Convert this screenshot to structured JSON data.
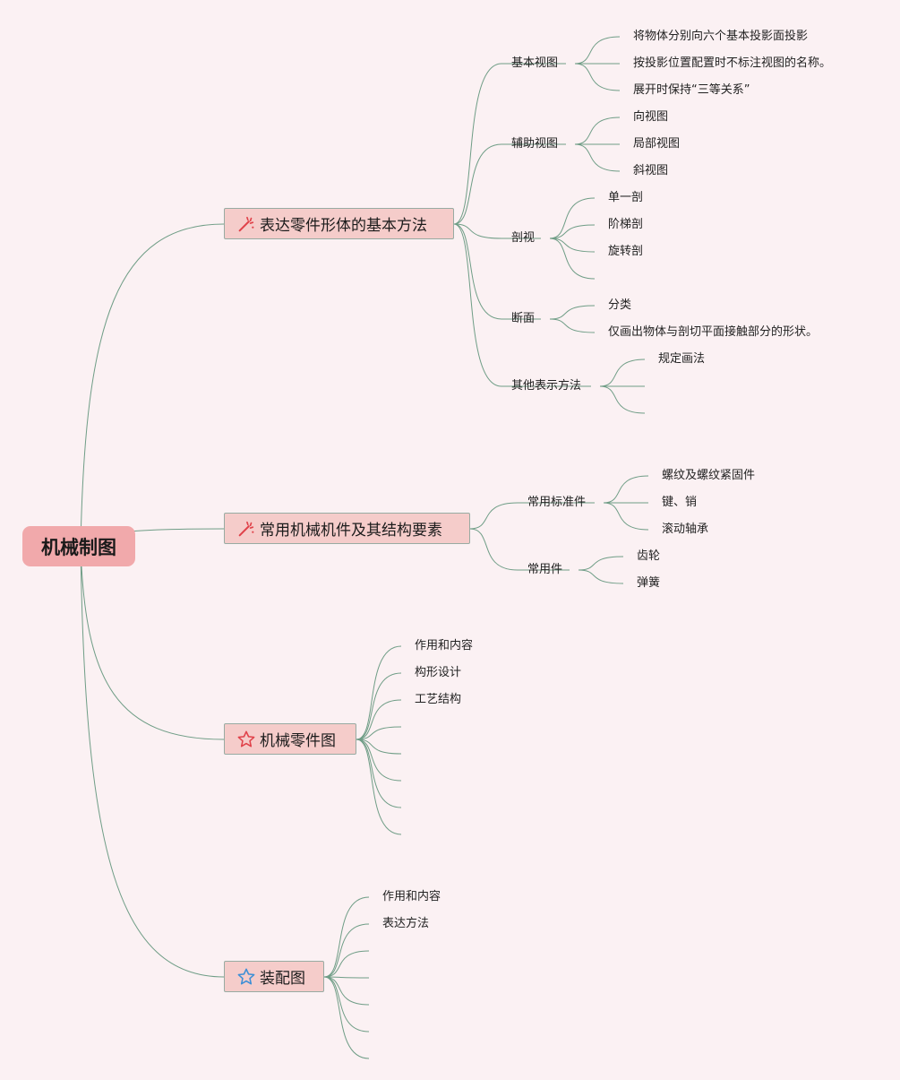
{
  "root": "机械制图",
  "branches": [
    {
      "label": "表达零件形体的基本方法",
      "icon": "magic-wand-icon",
      "children": [
        {
          "label": "基本视图",
          "children": [
            "将物体分别向六个基本投影面投影",
            "按投影位置配置时不标注视图的名称。",
            "展开时保持“三等关系”"
          ]
        },
        {
          "label": "辅助视图",
          "children": [
            "向视图",
            "局部视图",
            "斜视图"
          ]
        },
        {
          "label": "剖视",
          "children": [
            "单一剖",
            "阶梯剖",
            "旋转剖",
            ""
          ]
        },
        {
          "label": "断面",
          "children": [
            "分类",
            "仅画出物体与剖切平面接触部分的形状。"
          ]
        },
        {
          "label": "其他表示方法",
          "children": [
            "规定画法",
            "",
            ""
          ]
        }
      ]
    },
    {
      "label": "常用机械机件及其结构要素",
      "icon": "magic-wand-icon",
      "children": [
        {
          "label": "常用标准件",
          "children": [
            "螺纹及螺纹紧固件",
            "键、销",
            "滚动轴承"
          ]
        },
        {
          "label": "常用件",
          "children": [
            "齿轮",
            "弹簧"
          ]
        }
      ]
    },
    {
      "label": "机械零件图",
      "icon": "star-outline-red-icon",
      "children": [
        "作用和内容",
        "构形设计",
        "工艺结构",
        "",
        "",
        "",
        "",
        ""
      ]
    },
    {
      "label": "装配图",
      "icon": "star-outline-blue-icon",
      "children": [
        "作用和内容",
        "表达方法",
        "",
        "",
        "",
        "",
        ""
      ]
    }
  ],
  "colors": {
    "background": "#fbf1f3",
    "root_fill": "#f1a9ab",
    "branch_fill": "#f5ccca",
    "branch_border": "#98aba2",
    "connector": "#6f9d86",
    "icon_red": "#e0424a",
    "icon_blue": "#3d8fd6"
  }
}
